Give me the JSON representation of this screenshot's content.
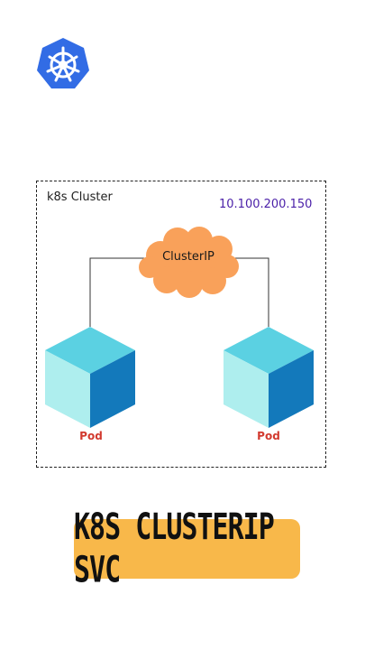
{
  "logo": {
    "icon": "kubernetes-helm-icon",
    "color": "#326ce5"
  },
  "cluster": {
    "label": "k8s Cluster",
    "ip": "10.100.200.150"
  },
  "service": {
    "label": "ClusterIP",
    "color": "#f9a15a"
  },
  "pods": [
    {
      "label": "Pod"
    },
    {
      "label": "Pod"
    }
  ],
  "banner": {
    "title": "K8S CLUSTERIP SVC",
    "color": "#f8b84a"
  }
}
